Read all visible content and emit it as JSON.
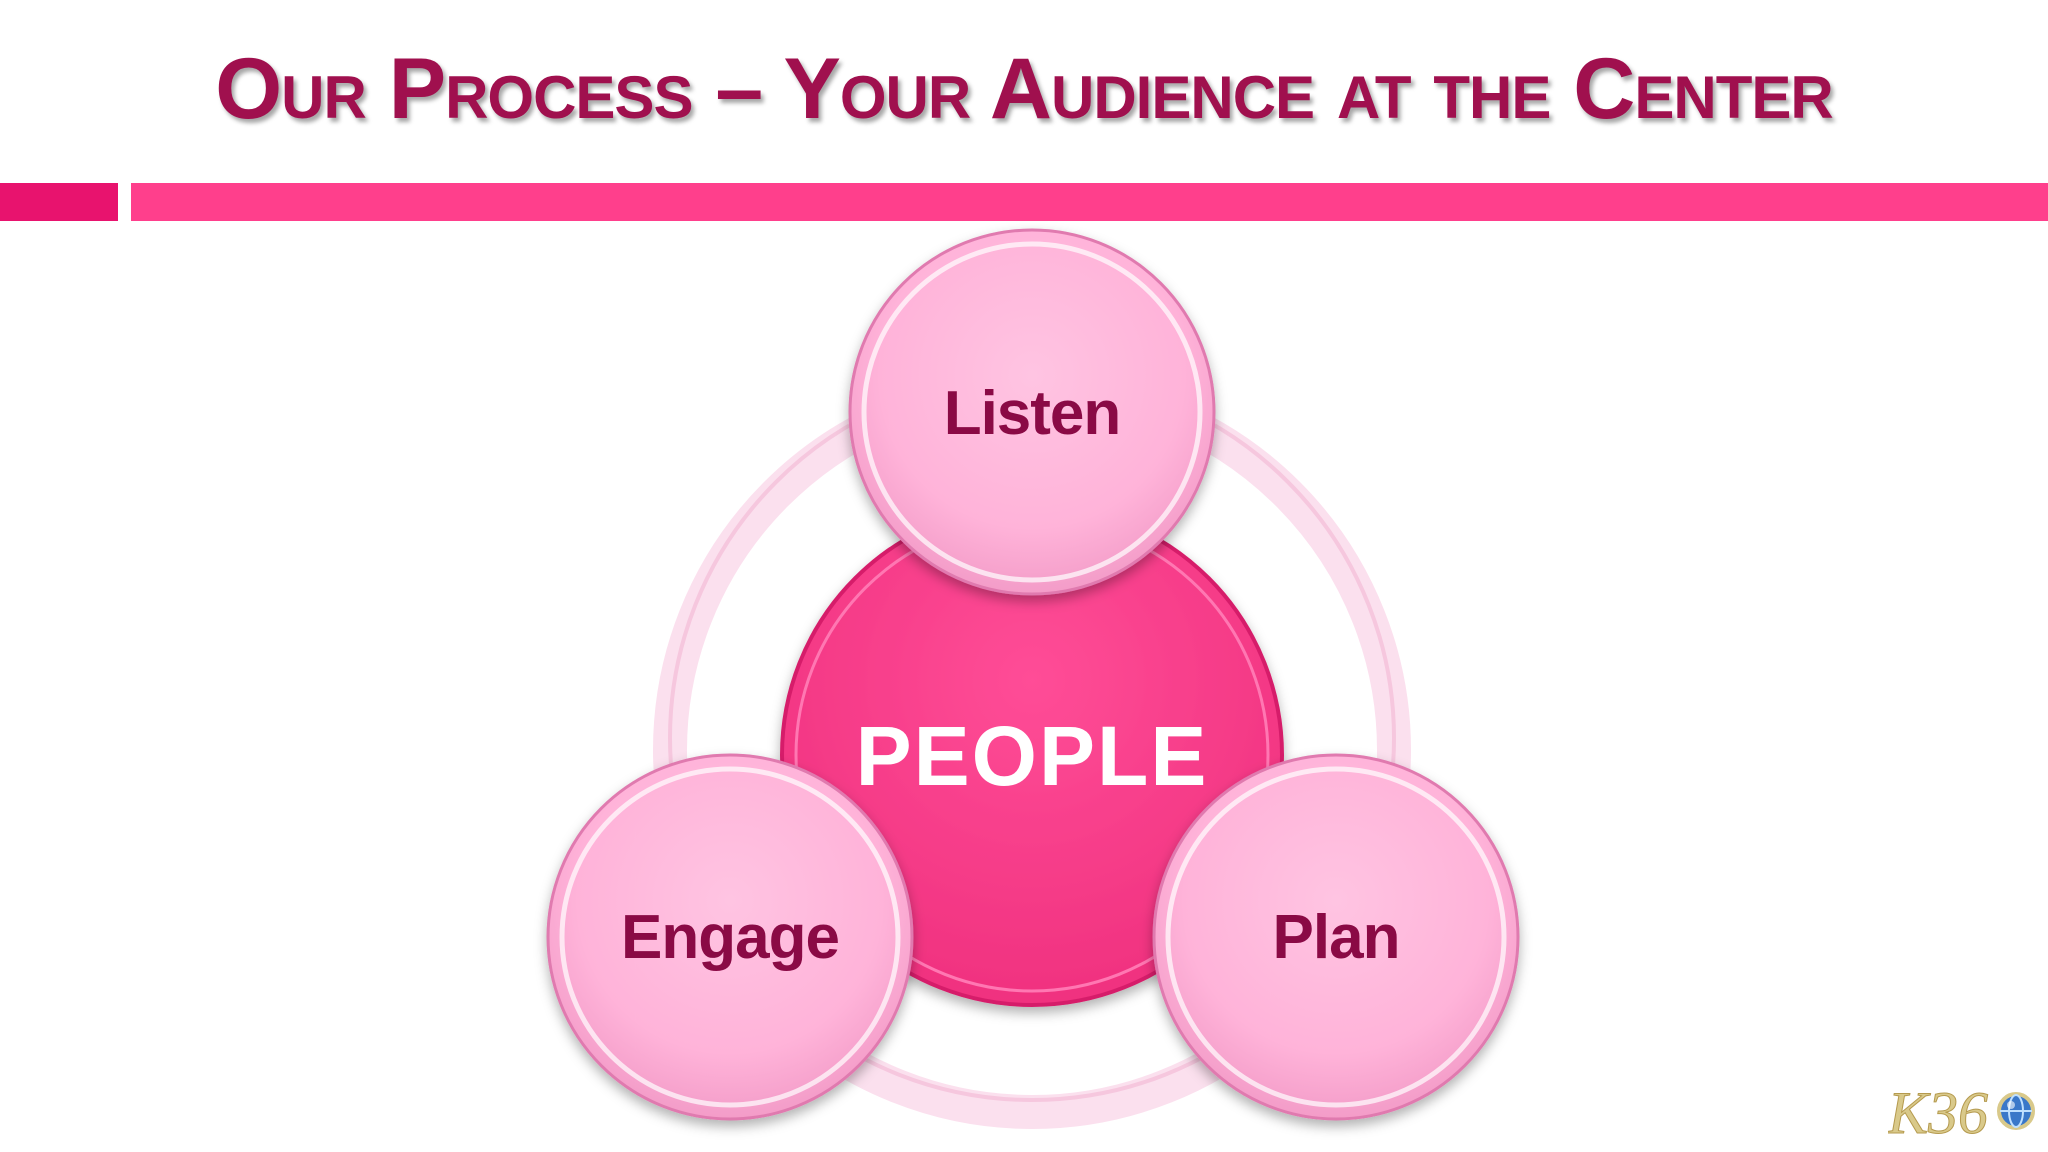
{
  "slide": {
    "title": "Our Process – Your Audience at the Center"
  },
  "diagram": {
    "center": "PEOPLE",
    "nodes": {
      "top": "Listen",
      "right": "Plan",
      "left": "Engage"
    }
  },
  "logo": {
    "text": "K36",
    "icon": "globe-icon"
  },
  "colors": {
    "title": "#a0104e",
    "accent_bar_left": "#e8136e",
    "accent_bar_right": "#ff3f8c",
    "center_circle": "#ff3f8c",
    "outer_circle": "#ffb3d9",
    "node_text": "#8a0a45"
  }
}
